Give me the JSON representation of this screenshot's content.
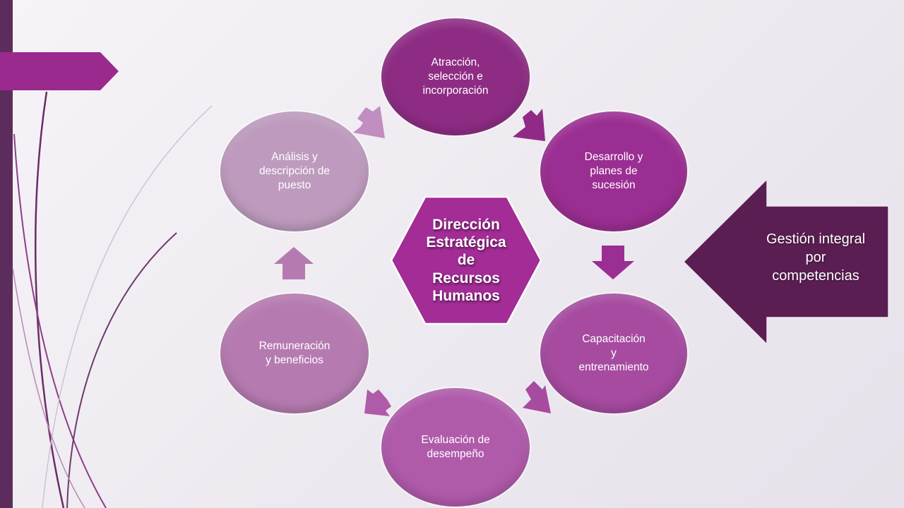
{
  "center": {
    "label": "Dirección\nEstratégica\nde\nRecursos\nHumanos"
  },
  "cycle": [
    {
      "id": "atraccion",
      "label": "Atracción,\nselección e\nincorporación",
      "color": "#8e2c84"
    },
    {
      "id": "desarrollo",
      "label": "Desarrollo y\nplanes de\nsucesión",
      "color": "#9b2e92"
    },
    {
      "id": "capacitacion",
      "label": "Capacitación\ny\nentrenamiento",
      "color": "#a64ba0"
    },
    {
      "id": "evaluacion",
      "label": "Evaluación de\ndesempeño",
      "color": "#b05aaa"
    },
    {
      "id": "remuneracion",
      "label": "Remuneración\ny beneficios",
      "color": "#b57bb0"
    },
    {
      "id": "analisis",
      "label": "Análisis y\ndescripción de\npuesto",
      "color": "#be9bbe"
    }
  ],
  "callout": {
    "label": "Gestión integral\npor\ncompetencias",
    "color": "#5a1e52"
  },
  "colors": {
    "sidebar": "#5c2d5c",
    "tab": "#9b2a8e",
    "hexagon": "#a32c96",
    "arrow_dark": "#902a86",
    "arrow_mid": "#a857a2",
    "arrow_light": "#c08ec0"
  }
}
